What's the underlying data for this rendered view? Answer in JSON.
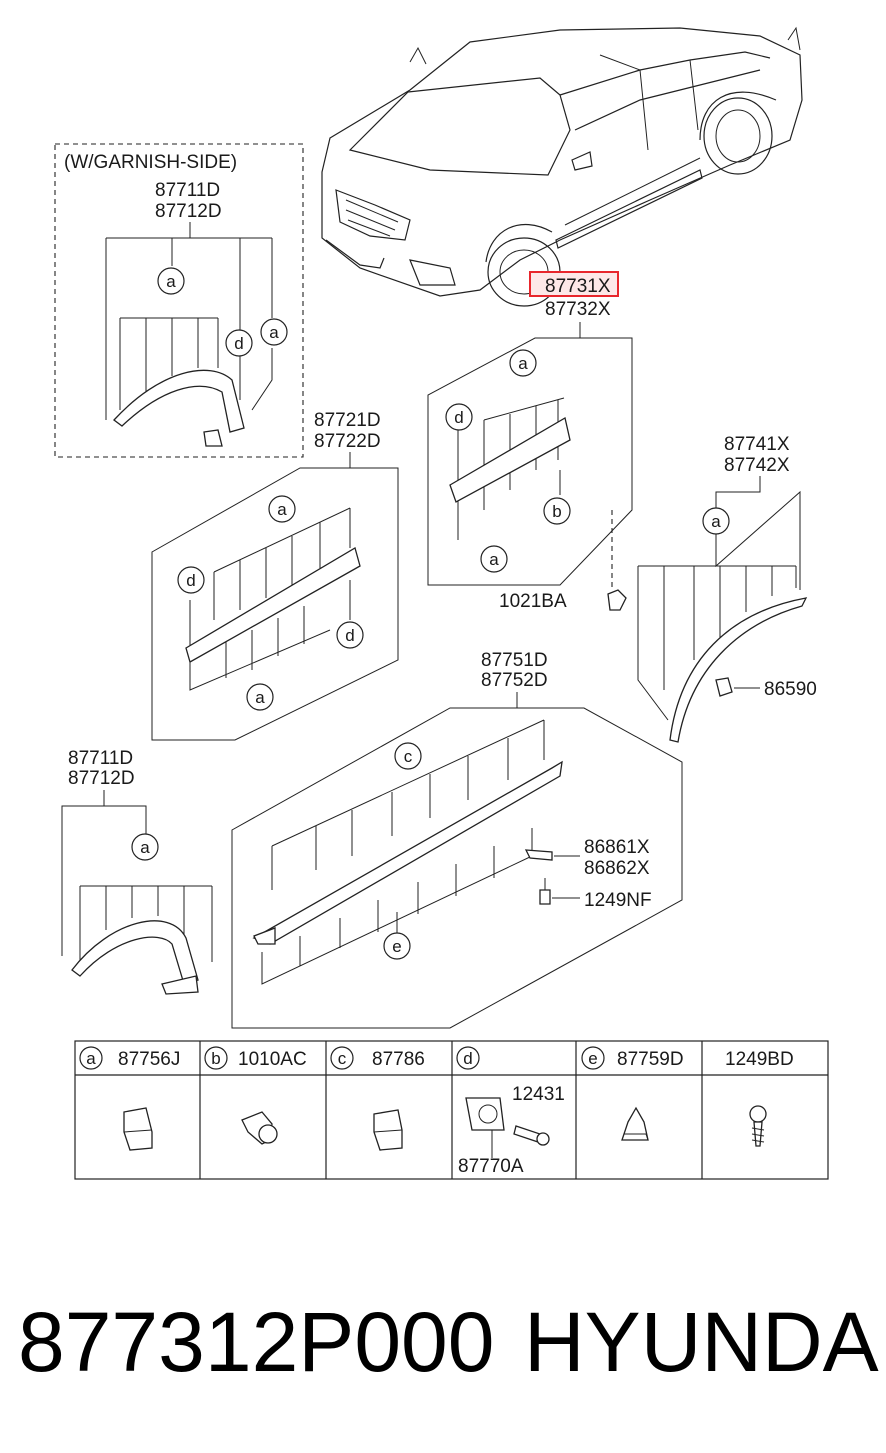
{
  "colors": {
    "highlight": "#e8262c",
    "highlight_fill": "#fde8e8",
    "ink": "#222222"
  },
  "garnish_box": {
    "title": "(W/GARNISH-SIDE)",
    "part_top": "87711D",
    "part_bottom": "87712D"
  },
  "highlight_part": "87731X",
  "rear_door_part": "87732X",
  "front_door": {
    "part_top": "87721D",
    "part_bottom": "87722D"
  },
  "rear_arch": {
    "part_top": "87741X",
    "part_bottom": "87742X"
  },
  "side_sill": {
    "part_top": "87751D",
    "part_bottom": "87752D"
  },
  "front_arch": {
    "part_top": "87711D",
    "part_bottom": "87712D"
  },
  "fasteners": {
    "clip_1021": "1021BA",
    "clip_86590": "86590",
    "bracket_top": "86861X",
    "bracket_bottom": "86862X",
    "screw_1249": "1249NF"
  },
  "callouts": {
    "a": "a",
    "b": "b",
    "c": "c",
    "d": "d",
    "e": "e"
  },
  "legend": [
    {
      "letter": "a",
      "part": "87756J"
    },
    {
      "letter": "b",
      "part": "1010AC"
    },
    {
      "letter": "c",
      "part": "87786"
    },
    {
      "letter": "d",
      "part": "",
      "sub_top": "12431",
      "sub_bottom": "87770A"
    },
    {
      "letter": "e",
      "part": "87759D"
    },
    {
      "letter": "",
      "part": "1249BD"
    }
  ],
  "footer": {
    "part_number": "877312P000",
    "brand": "HYUNDAI"
  }
}
